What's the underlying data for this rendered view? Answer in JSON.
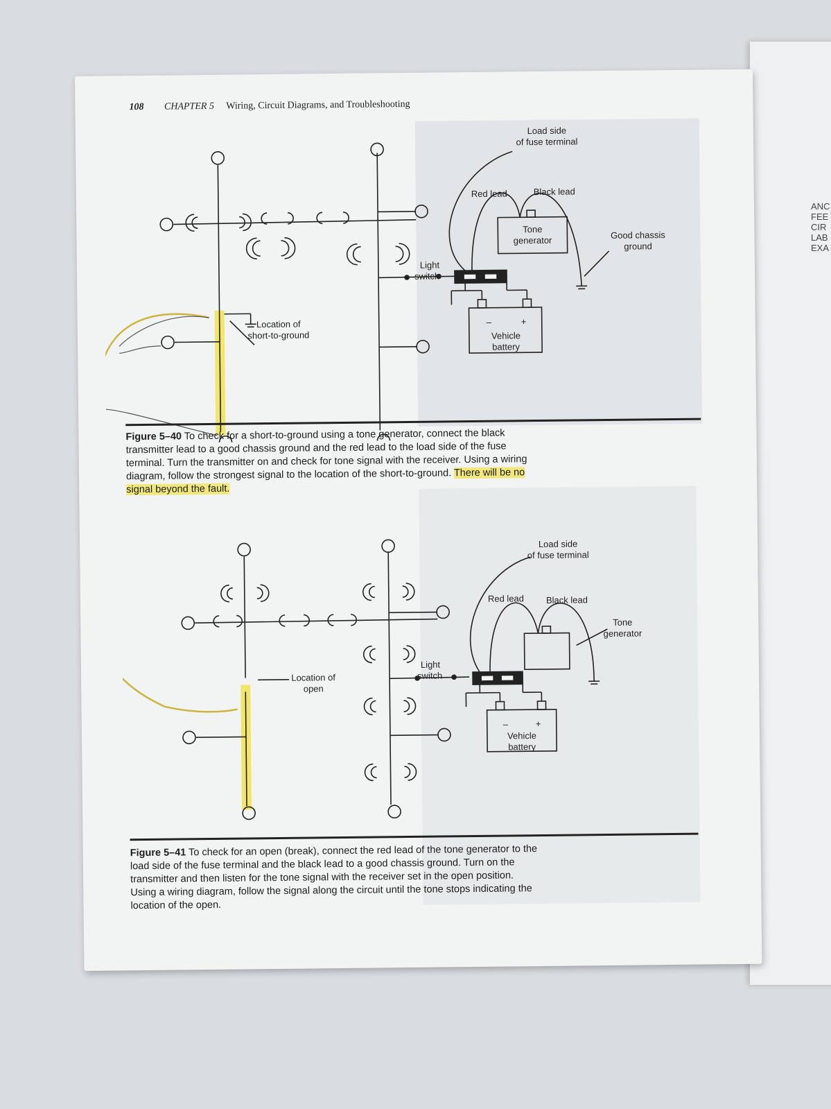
{
  "header": {
    "page_number": "108",
    "chapter": "CHAPTER 5",
    "title": "Wiring, Circuit Diagrams, and Troubleshooting"
  },
  "edge_text": [
    "ANC",
    "FEE",
    "CIR",
    "LAB",
    "EXA"
  ],
  "figure_40": {
    "labels": {
      "load_side_1": "Load side",
      "load_side_2": "of fuse terminal",
      "red_lead": "Red lead",
      "black_lead": "Black lead",
      "good_chassis_1": "Good chassis",
      "good_chassis_2": "ground",
      "tone_1": "Tone",
      "tone_2": "generator",
      "light_1": "Light",
      "light_2": "switch",
      "location_1": "Location of",
      "location_2": "short-to-ground",
      "battery_1": "Vehicle",
      "battery_2": "battery",
      "minus": "–",
      "plus": "+"
    },
    "caption_number": "Figure 5–40",
    "caption_text": "To check for a short-to-ground using a tone generator, connect the black transmitter lead to a good chassis ground and the red lead to the load side of the fuse terminal. Turn the transmitter on and check for tone signal with the receiver. Using a wiring diagram, follow the strongest signal to the location of the short-to-ground.",
    "caption_highlight": "There will be no signal beyond the fault."
  },
  "figure_41": {
    "labels": {
      "load_side_1": "Load side",
      "load_side_2": "of fuse terminal",
      "red_lead": "Red lead",
      "black_lead": "Black lead",
      "tone_1": "Tone",
      "tone_2": "generator",
      "light_1": "Light",
      "light_2": "switch",
      "location_1": "Location of",
      "location_2": "open",
      "battery_1": "Vehicle",
      "battery_2": "battery",
      "minus": "–",
      "plus": "+"
    },
    "caption_number": "Figure 5–41",
    "caption_text": "To check for an open (break), connect the red lead of the tone generator to the load side of the fuse terminal and the black lead to a good chassis ground. Turn on the transmitter and then listen for the tone signal with the receiver set in the open position. Using a wiring diagram, follow the signal along the circuit until the tone stops indicating the location of the open."
  },
  "colors": {
    "highlight": "#f0e13c",
    "ink": "#222222",
    "paper": "#f2f3f3"
  }
}
